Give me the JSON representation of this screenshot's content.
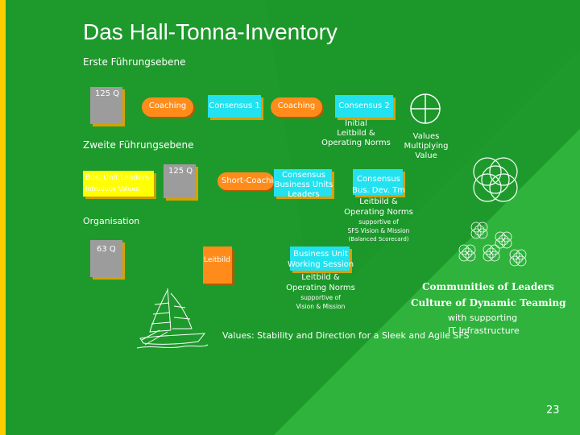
{
  "title": "Das Hall-Tonna-Inventory",
  "levels": {
    "first": "Erste Führungsebene",
    "second": "Zweite Führungsebene",
    "organisation": "Organisation"
  },
  "row1": {
    "q125": "125 Q",
    "coaching1": "Coaching",
    "consensus1": "Consensus 1",
    "coaching2": "Coaching",
    "consensus2": "Consensus 2",
    "initial": [
      "Initial",
      "Leitbild &",
      "Operating Norms"
    ],
    "values_mult": [
      "Values",
      "Multiplying",
      "Value"
    ]
  },
  "row2": {
    "bus_unit_leaders": "Bus. Unit Leaders",
    "introduce_values": "Introduce Values",
    "q125": "125 Q",
    "short_coaching": "Short-Coaching",
    "consensus_bul": [
      "Consensus",
      "Business Units",
      "Leaders"
    ],
    "consensus_bus_dev": [
      "Consensus",
      "Bus. Dev. Tm"
    ],
    "leitbild": [
      "Leitbild &",
      "Operating Norms"
    ],
    "supportive": [
      "supportive of",
      "SFS Vision & Mission"
    ],
    "balanced": "(Balanced Scorecard)"
  },
  "row3": {
    "q63": "63 Q",
    "leitbild": "Leitbild",
    "bu_working": [
      "Business Unit",
      "Working Session"
    ],
    "leitbild_norms": [
      "Leitbild &",
      "Operating Norms"
    ],
    "supportive": [
      "supportive of",
      "Vision & Mission"
    ]
  },
  "right": {
    "communities": "Communities of Leaders",
    "culture": "Culture of Dynamic Teaming",
    "with_supporting": "with supporting",
    "infrastructure": "IT Infrastructure"
  },
  "bottom_values": "Values: Stability and Direction for a Sleek and Agile SFS",
  "page_number": "23",
  "colors": {
    "background": "#1e9a2c",
    "diagonal": "#2fb33d",
    "side_bar": "#ffcc00",
    "orange": "#ff8c1a",
    "cyan": "#22e2f0",
    "yellow": "#ffff00",
    "grey_box": "#9c9c9c",
    "white": "#ffffff"
  }
}
